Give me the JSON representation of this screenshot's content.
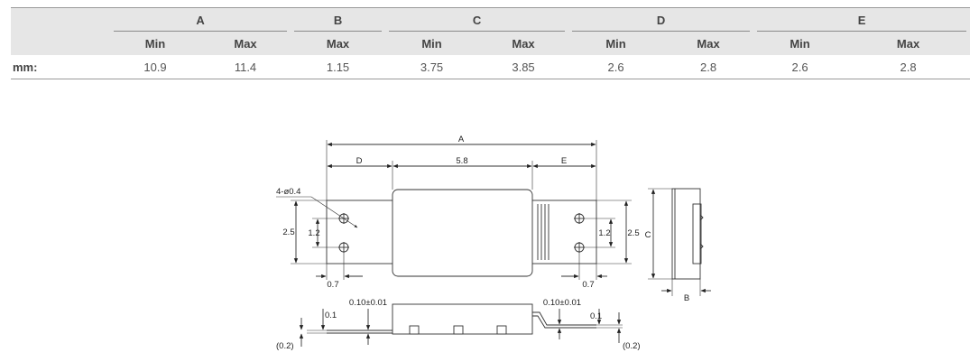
{
  "table": {
    "groups": [
      {
        "label": "A",
        "columns": [
          "Min",
          "Max"
        ]
      },
      {
        "label": "B",
        "columns": [
          "Max"
        ]
      },
      {
        "label": "C",
        "columns": [
          "Min",
          "Max"
        ]
      },
      {
        "label": "D",
        "columns": [
          "Min",
          "Max"
        ]
      },
      {
        "label": "E",
        "columns": [
          "Min",
          "Max"
        ]
      }
    ],
    "row_label": "mm:",
    "values": [
      "10.9",
      "11.4",
      "1.15",
      "3.75",
      "3.85",
      "2.6",
      "2.8",
      "2.6",
      "2.8"
    ]
  },
  "drawing": {
    "dim_a": "A",
    "dim_d": "D",
    "dim_e": "E",
    "dim_body": "5.8",
    "holes": "4-ø0.4",
    "pitch_left": "1.2",
    "height_left": "2.5",
    "pitch_right": "1.2",
    "height_right": "2.5",
    "offset_left": "0.7",
    "offset_right": "0.7",
    "dim_c": "C",
    "dim_b": "B",
    "thick_left": "0.10±0.01",
    "thick_right": "0.10±0.01",
    "lead_left": "0.1",
    "lead_right": "0.1",
    "gap_left": "(0.2)",
    "gap_right": "(0.2)"
  }
}
